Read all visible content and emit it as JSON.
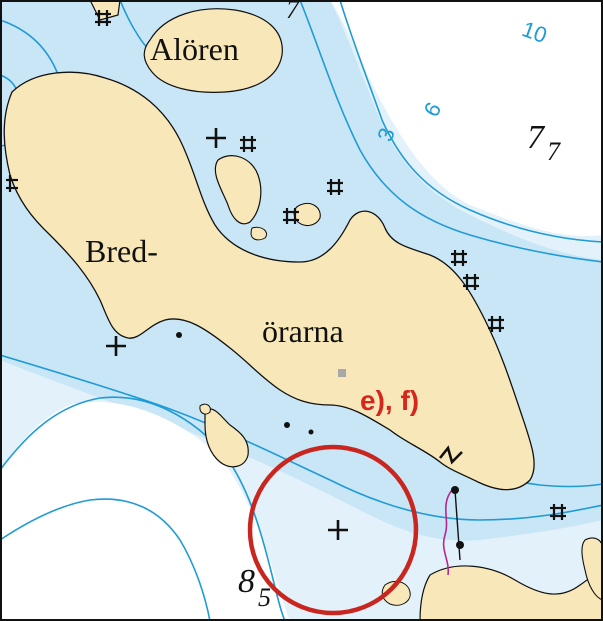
{
  "place_names": {
    "island_north": "Alören",
    "island_main_part1": "Bred-",
    "island_main_part2": "örarna"
  },
  "annotation": {
    "label": "e), f)",
    "color": "#d7261e"
  },
  "depth_soundings": [
    {
      "main": "7",
      "sub": "7"
    },
    {
      "main": "8",
      "sub": "5"
    }
  ],
  "contour_labels": [
    "10",
    "6",
    "3"
  ],
  "partial_labels": {
    "top_depth": "7"
  },
  "colors": {
    "land": "#f8e7b8",
    "shallow_water": "#c9e6f6",
    "mid_water": "#e2f1fa",
    "deep_water": "#ffffff",
    "contour": "#1f9bd6",
    "circle": "#c8261e",
    "cable": "#b4288c"
  }
}
